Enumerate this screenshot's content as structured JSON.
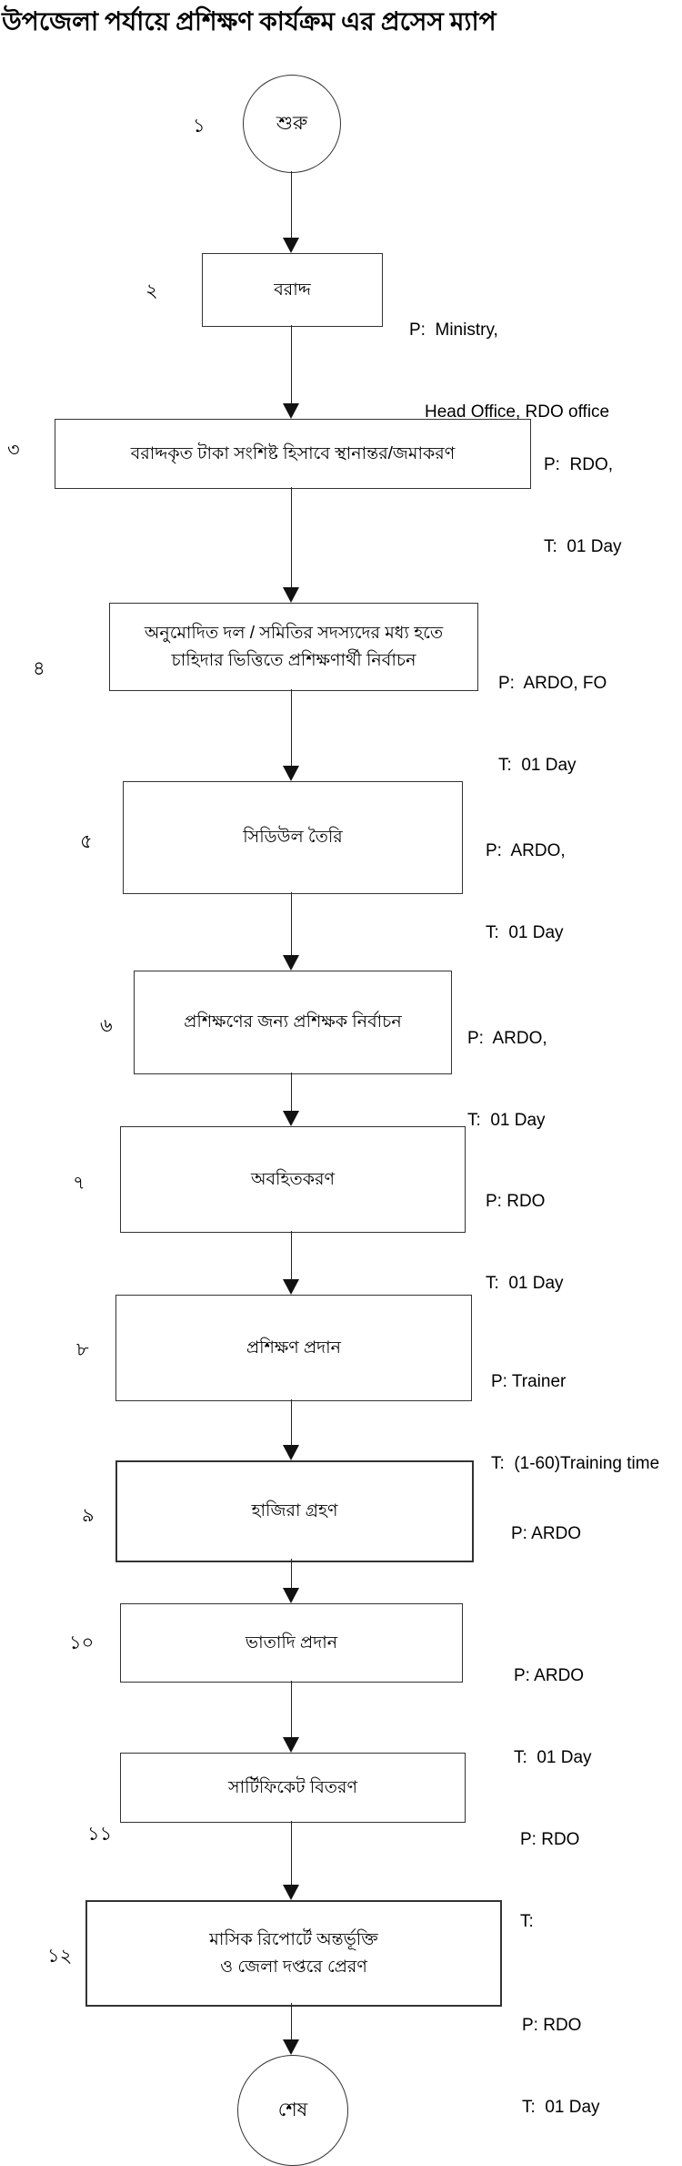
{
  "title": "উপজেলা পর্যায়ে প্রশিক্ষণ কার্যক্রম এর প্রসেস ম্যাপ",
  "steps": [
    {
      "number": "১",
      "type": "terminal",
      "label": "শুরু"
    },
    {
      "number": "২",
      "type": "process",
      "label": "বরাদ্দ",
      "annotation": [
        "P:  Ministry,",
        "Head Office, RDO office"
      ]
    },
    {
      "number": "৩",
      "type": "process",
      "label": "বরাদ্দকৃত টাকা সংশিষ্ট হিসাবে স্থানান্তর/জমাকরণ",
      "annotation": [
        "P:  RDO,",
        "T:  01 Day"
      ]
    },
    {
      "number": "৪",
      "type": "process",
      "label_lines": [
        "অনুমোদিত দল / সমিতির সদস্যদের মধ্য হতে",
        "চাহিদার ভিত্তিতে প্রশিক্ষণার্থী নির্বাচন"
      ],
      "annotation": [
        "P:  ARDO, FO",
        "T:  01 Day"
      ]
    },
    {
      "number": "৫",
      "type": "process",
      "label": "সিডিউল তৈরি",
      "annotation": [
        "P:  ARDO,",
        "T:  01 Day"
      ]
    },
    {
      "number": "৬",
      "type": "process",
      "label": "প্রশিক্ষণের জন্য প্রশিক্ষক নির্বাচন",
      "annotation": [
        "P:  ARDO,",
        "T:  01 Day"
      ]
    },
    {
      "number": "৭",
      "type": "process",
      "label": "অবহিতকরণ",
      "annotation": [
        "P: RDO",
        "T:  01 Day"
      ]
    },
    {
      "number": "৮",
      "type": "process",
      "label": "প্রশিক্ষণ প্রদান",
      "annotation": [
        "P: Trainer",
        "T:  (1-60)Training time"
      ]
    },
    {
      "number": "৯",
      "type": "process",
      "label": "হাজিরা গ্রহণ",
      "annotation": [
        "P: ARDO"
      ]
    },
    {
      "number": "১০",
      "type": "process",
      "label": "ভাতাদি প্রদান",
      "annotation": [
        "P: ARDO",
        "T:  01 Day"
      ]
    },
    {
      "number": "১১",
      "type": "process",
      "label": "সার্টিফিকেট বিতরণ",
      "annotation": [
        "P: RDO",
        "T:"
      ]
    },
    {
      "number": "১২",
      "type": "process",
      "label_lines": [
        "মাসিক রিপোর্টে অন্তর্ভূক্তি",
        "ও জেলা দপ্তরে প্রেরণ"
      ],
      "annotation": [
        "P: RDO",
        "T:  01 Day"
      ]
    },
    {
      "type": "terminal",
      "label": "শেষ"
    }
  ]
}
